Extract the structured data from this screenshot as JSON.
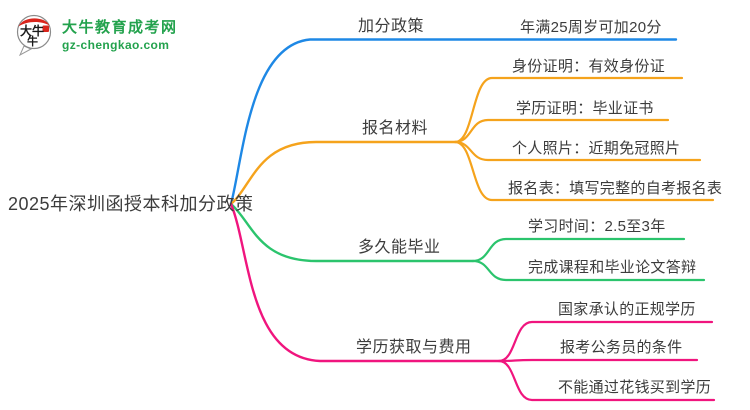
{
  "logo": {
    "icon_chars": "大牛",
    "site_name": "大牛教育成考网",
    "site_url": "gz-chengkao.com"
  },
  "title": "2025年深圳函授本科加分政策",
  "colors": {
    "blue": "#1e88e5",
    "orange": "#f5a31c",
    "green": "#2bc46d",
    "pink": "#f0157e",
    "logo_green": "#23a24d",
    "logo_red": "#d9251c",
    "text": "#3c3c3c"
  },
  "branches": [
    {
      "label": "加分政策",
      "color": "blue",
      "children": [
        "年满25周岁可加20分"
      ]
    },
    {
      "label": "报名材料",
      "color": "orange",
      "children": [
        "身份证明：有效身份证",
        "学历证明：毕业证书",
        "个人照片：近期免冠照片",
        "报名表：填写完整的自考报名表"
      ]
    },
    {
      "label": "多久能毕业",
      "color": "green",
      "children": [
        "学习时间：2.5至3年",
        "完成课程和毕业论文答辩"
      ]
    },
    {
      "label": "学历获取与费用",
      "color": "pink",
      "children": [
        "国家承认的正规学历",
        "报考公务员的条件",
        "不能通过花钱买到学历"
      ]
    }
  ]
}
